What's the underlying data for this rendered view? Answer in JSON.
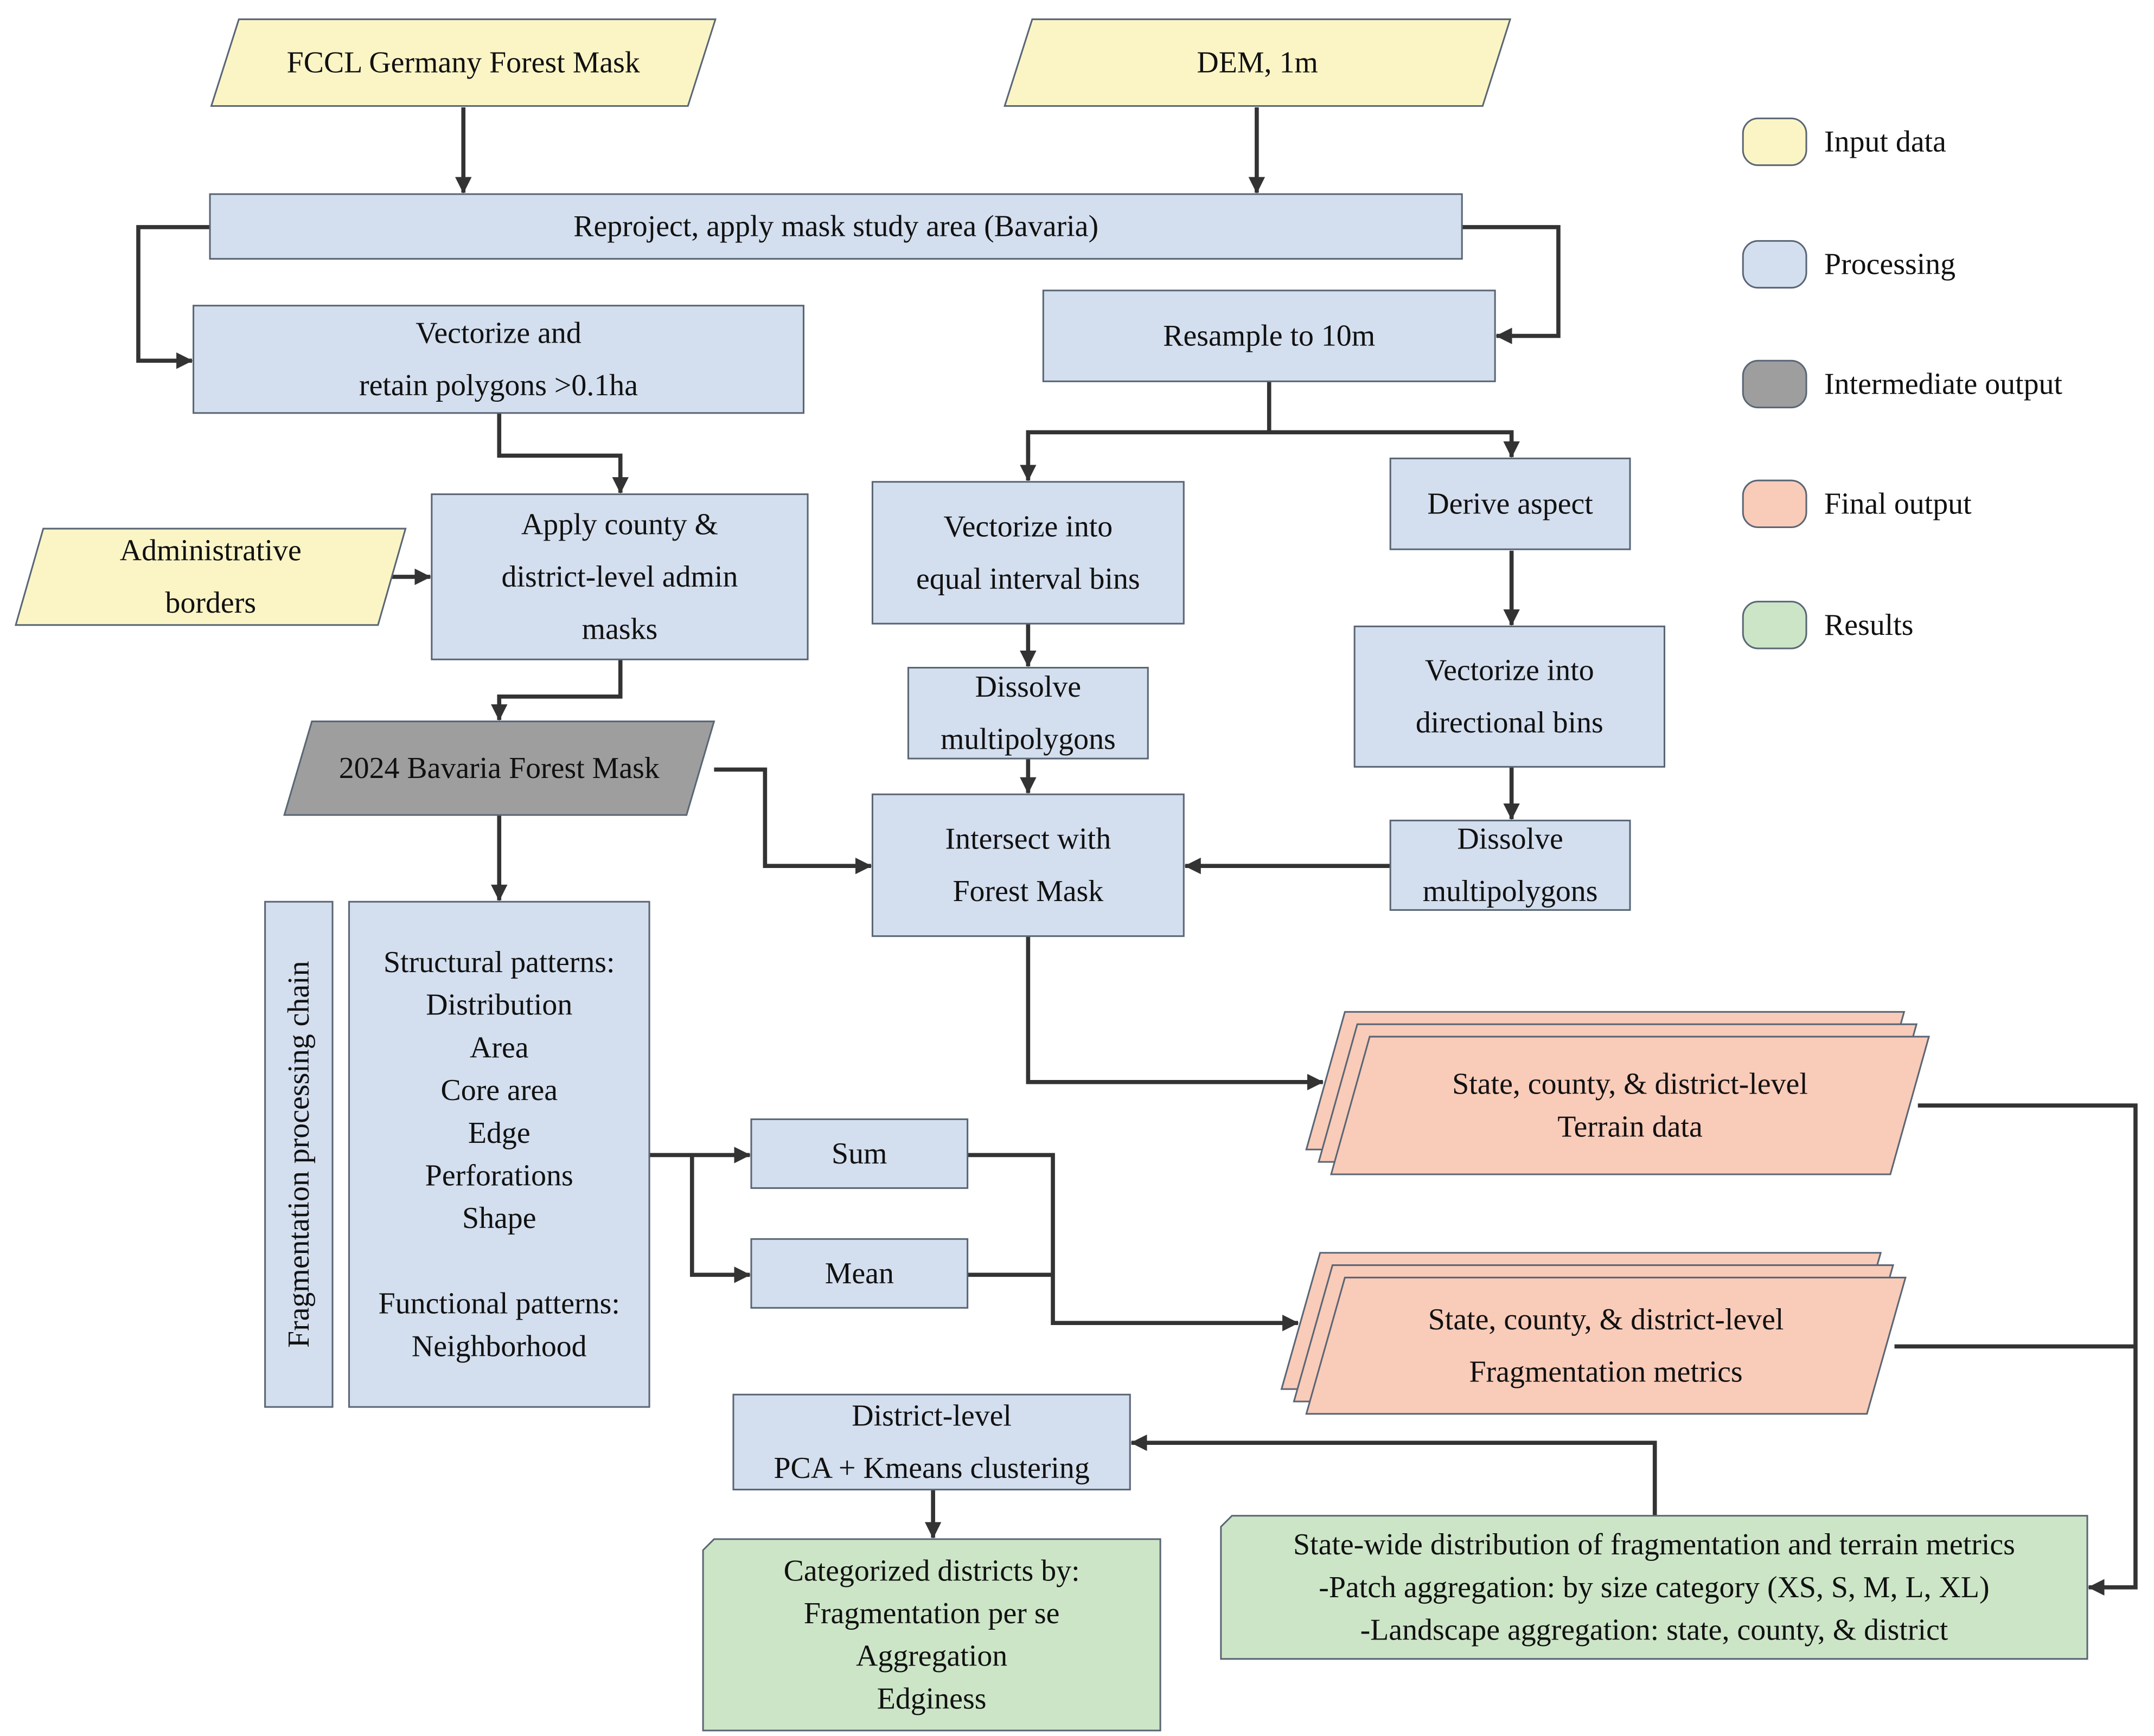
{
  "colors": {
    "input": "#fbf5c6",
    "processing": "#d3deee",
    "intermediate": "#9e9e9e",
    "final": "#f9cbb9",
    "results": "#cce5c7",
    "stroke": "#5a6675",
    "line": "#333333"
  },
  "legend": [
    {
      "label": "Input data",
      "color_key": "input"
    },
    {
      "label": "Processing",
      "color_key": "processing"
    },
    {
      "label": "Intermediate output",
      "color_key": "intermediate"
    },
    {
      "label": "Final output",
      "color_key": "final"
    },
    {
      "label": "Results",
      "color_key": "results"
    }
  ],
  "nodes": {
    "fccl_mask": {
      "kind": "input",
      "shape": "parallelogram",
      "lines": [
        "FCCL Germany Forest Mask"
      ]
    },
    "dem": {
      "kind": "input",
      "shape": "parallelogram",
      "lines": [
        "DEM, 1m"
      ]
    },
    "reproject": {
      "kind": "processing",
      "shape": "rect",
      "lines": [
        "Reproject, apply mask study area (Bavaria)"
      ]
    },
    "vectorize_retain": {
      "kind": "processing",
      "shape": "rect",
      "lines": [
        "Vectorize and",
        "retain polygons >0.1ha"
      ]
    },
    "resample": {
      "kind": "processing",
      "shape": "rect",
      "lines": [
        "Resample to 10m"
      ]
    },
    "admin_borders": {
      "kind": "input",
      "shape": "parallelogram",
      "lines": [
        "Administrative",
        "borders"
      ]
    },
    "admin_masks": {
      "kind": "processing",
      "shape": "rect",
      "lines": [
        "Apply county &",
        "district-level admin",
        "masks"
      ]
    },
    "vectorize_equal": {
      "kind": "processing",
      "shape": "rect",
      "lines": [
        "Vectorize into",
        "equal interval bins"
      ]
    },
    "derive_aspect": {
      "kind": "processing",
      "shape": "rect",
      "lines": [
        "Derive aspect"
      ]
    },
    "dissolve_1": {
      "kind": "processing",
      "shape": "rect",
      "lines": [
        "Dissolve",
        "multipolygons"
      ]
    },
    "vectorize_dir": {
      "kind": "processing",
      "shape": "rect",
      "lines": [
        "Vectorize into",
        "directional bins"
      ]
    },
    "bavaria_mask": {
      "kind": "intermediate",
      "shape": "parallelogram",
      "lines": [
        "2024 Bavaria Forest Mask"
      ]
    },
    "intersect": {
      "kind": "processing",
      "shape": "rect",
      "lines": [
        "Intersect with",
        "Forest Mask"
      ]
    },
    "dissolve_2": {
      "kind": "processing",
      "shape": "rect",
      "lines": [
        "Dissolve",
        "multipolygons"
      ]
    },
    "frag_chain": {
      "kind": "processing",
      "shape": "rect",
      "lines": [
        "Fragmentation processing chain"
      ]
    },
    "patterns": {
      "kind": "processing",
      "shape": "rect",
      "lines": [
        "Structural patterns:",
        "Distribution",
        "Area",
        "Core area",
        "Edge",
        "Perforations",
        "Shape",
        "",
        "Functional patterns:",
        "Neighborhood"
      ]
    },
    "terrain_data": {
      "kind": "final",
      "shape": "stack",
      "lines": [
        "State, county, & district-level",
        "Terrain data"
      ]
    },
    "sum": {
      "kind": "processing",
      "shape": "rect",
      "lines": [
        "Sum"
      ]
    },
    "mean": {
      "kind": "processing",
      "shape": "rect",
      "lines": [
        "Mean"
      ]
    },
    "frag_metrics": {
      "kind": "final",
      "shape": "stack",
      "lines": [
        "State, county, & district-level",
        "Fragmentation metrics"
      ]
    },
    "pca": {
      "kind": "processing",
      "shape": "rect",
      "lines": [
        "District-level",
        "PCA + Kmeans clustering"
      ]
    },
    "statewide": {
      "kind": "results",
      "shape": "cutrect",
      "lines": [
        "State-wide distribution of fragmentation and terrain metrics",
        "-Patch aggregation: by size category (XS, S, M, L, XL)",
        "-Landscape aggregation: state, county, & district"
      ]
    },
    "categorized": {
      "kind": "results",
      "shape": "cutrect",
      "lines": [
        "Categorized districts by:",
        "Fragmentation per se",
        "Aggregation",
        "Edginess"
      ]
    }
  }
}
